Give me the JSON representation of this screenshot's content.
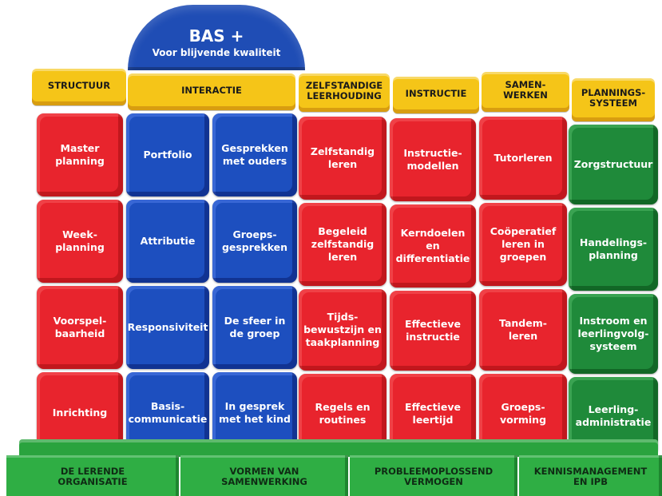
{
  "dome": {
    "title": "BAS +",
    "subtitle": "Voor blijvende kwaliteit"
  },
  "headers": {
    "structuur": "STRUCTUUR",
    "interactie": "INTERACTIE",
    "zelfstandige": "ZELFSTANDIGE\nLEERHOUDING",
    "instructie": "INSTRUCTIE",
    "samenwerken": "SAMEN-\nWERKEN",
    "plannings": "PLANNINGS-\nSYSTEEM"
  },
  "blocks": {
    "c1": [
      "Master\nplanning",
      "Week-\nplanning",
      "Voorspel-\nbaarheid",
      "Inrichting"
    ],
    "c2": [
      "Portfolio",
      "Attributie",
      "Responsiviteit",
      "Basis-\ncommunicatie"
    ],
    "c3": [
      "Gesprekken\nmet ouders",
      "Groeps-\ngesprekken",
      "De sfeer in\nde groep",
      "In gesprek\nmet het kind"
    ],
    "c4": [
      "Zelfstandig\nleren",
      "Begeleid\nzelfstandig\nleren",
      "Tijds-\nbewustzijn en\ntaakplanning",
      "Regels en\nroutines"
    ],
    "c5": [
      "Instructie-\nmodellen",
      "Kerndoelen\nen\ndifferentiatie",
      "Effectieve\ninstructie",
      "Effectieve\nleertijd"
    ],
    "c6": [
      "Tutorleren",
      "Coöperatief\nleren in\ngroepen",
      "Tandem-\nleren",
      "Groeps-\nvorming"
    ],
    "c7": [
      "Zorgstructuur",
      "Handelings-\nplanning",
      "Instroom en\nleerlingvolg-\nsysteem",
      "Leerling-\nadministratie"
    ]
  },
  "foundation": [
    "DE LERENDE\nORGANISATIE",
    "VORMEN VAN\nSAMENWERKING",
    "PROBLEEMOPLOSSEND\nVERMOGEN",
    "KENNISMANAGEMENT\nEN IPB"
  ],
  "colors": {
    "red": "#e8242d",
    "blue": "#1d4fbf",
    "green": "#1f8a3a",
    "yellow": "#f5c518",
    "base_green": "#2fae44"
  }
}
